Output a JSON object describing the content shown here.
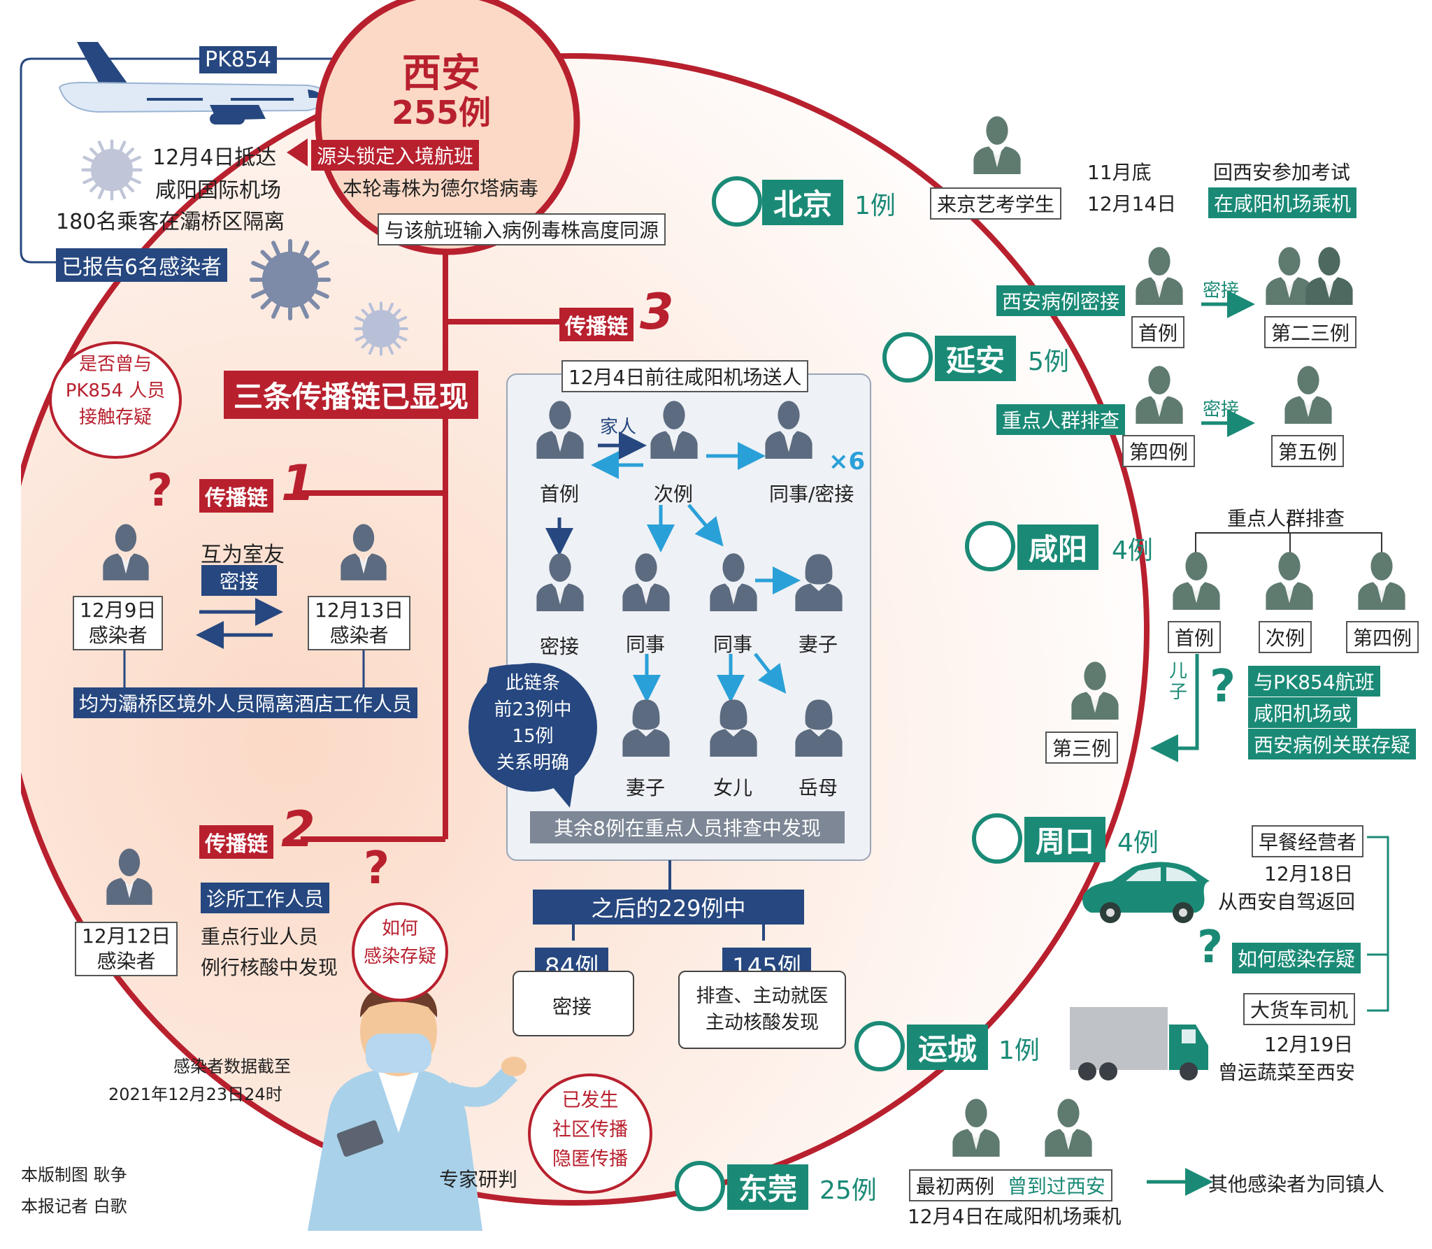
{
  "colors": {
    "red": "#b8202e",
    "teal": "#1a8a76",
    "navy": "#26477f",
    "person": "#5c6b80",
    "person_teal": "#5f7a6f",
    "bg": "#fce9df"
  },
  "flight": {
    "code": "PK854",
    "arrive": "12月4日抵达",
    "airport": "咸阳国际机场",
    "passengers": "180名乘客在灞桥区隔离",
    "reported": "已报告6名感染者"
  },
  "xian": {
    "name": "西安",
    "count": "255例",
    "source_tag": "源头锁定入境航班",
    "strain": "本轮毒株为德尔塔病毒",
    "same_source": "与该航班输入病例毒株高度同源"
  },
  "main_title": "三条传播链已显现",
  "chain_label": "传播链",
  "chain_nums": [
    "1",
    "2",
    "3"
  ],
  "chain1": {
    "question": "是否曾与PK854人员接触存疑",
    "q_lines": [
      "是否曾与",
      "PK854 人员",
      "接触存疑"
    ],
    "relation": "互为室友",
    "contact": "密接",
    "left": [
      "12月9日",
      "感染者"
    ],
    "right": [
      "12月13日",
      "感染者"
    ],
    "footer": "均为灞桥区境外人员隔离酒店工作人员"
  },
  "chain2": {
    "role": "诊所工作人员",
    "desc1": "重点行业人员",
    "desc2": "例行核酸中发现",
    "case": [
      "12月12日",
      "感染者"
    ],
    "q_lines": [
      "如何",
      "感染存疑"
    ]
  },
  "chain3": {
    "title": "12月4日前往咸阳机场送人",
    "family": "家人",
    "times6": "×6",
    "nodes": {
      "first": "首例",
      "second": "次例",
      "colleague_contact": "同事/密接",
      "contact": "密接",
      "colleague1": "同事",
      "colleague2": "同事",
      "wife1": "妻子",
      "wife2": "妻子",
      "daughter": "女儿",
      "mil": "岳母"
    },
    "note": [
      "此链条",
      "前23例中",
      "15例",
      "关系明确"
    ],
    "rest": "其余8例在重点人员排查中发现"
  },
  "later": {
    "title": "之后的229例中",
    "a_count": "84例",
    "a_desc": "密接",
    "b_count": "145例",
    "b_desc": [
      "排查、主动就医",
      "主动核酸发现"
    ]
  },
  "expert": {
    "label": "专家研判",
    "q_lines": [
      "已发生",
      "社区传播",
      "隐匿传播"
    ]
  },
  "data_note": [
    "感染者数据截至",
    "2021年12月23日24时"
  ],
  "credits": [
    "本版制图  耿争",
    "本报记者  白歌"
  ],
  "beijing": {
    "name": "北京",
    "count": "1例",
    "who": "来京艺考学生",
    "d1": "11月底",
    "d2": "12月14日",
    "e1": "回西安参加考试",
    "e2": "在咸阳机场乘机"
  },
  "yanan": {
    "name": "延安",
    "count": "5例",
    "tag1": "西安病例密接",
    "c1": "首例",
    "contact": "密接",
    "c23": "第二三例",
    "tag2": "重点人群排查",
    "c4": "第四例",
    "c5": "第五例"
  },
  "xianyang": {
    "name": "咸阳",
    "count": "4例",
    "screen": "重点人群排查",
    "c1": "首例",
    "c2": "次例",
    "c4": "第四例",
    "son": [
      "儿",
      "子"
    ],
    "c3": "第三例",
    "q": [
      "与PK854航班",
      "咸阳机场或",
      "西安病例关联存疑"
    ]
  },
  "zhoukou": {
    "name": "周口",
    "count": "4例",
    "p1": "早餐经营者",
    "d1": "12月18日",
    "e1": "从西安自驾返回",
    "q": "如何感染存疑",
    "p2": "大货车司机"
  },
  "yuncheng": {
    "name": "运城",
    "count": "1例",
    "d": "12月19日",
    "e": "曾运蔬菜至西安"
  },
  "dongguan": {
    "name": "东莞",
    "count": "25例",
    "first": "最初两例",
    "been": "曾到过西安",
    "flight": "12月4日在咸阳机场乘机",
    "others": "其他感染者为同镇人"
  }
}
